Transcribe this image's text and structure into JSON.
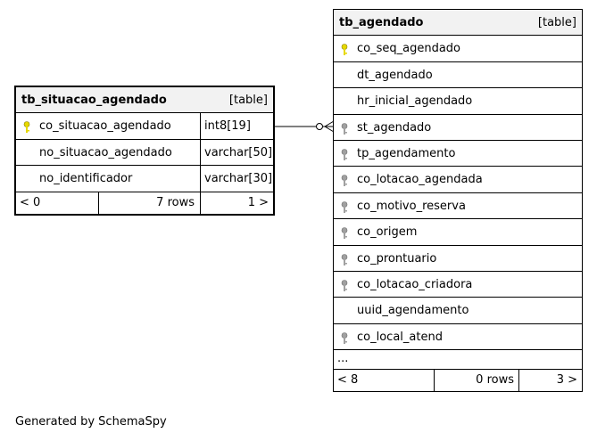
{
  "tables": {
    "situacao": {
      "name": "tb_situacao_agendado",
      "type_label": "[table]",
      "columns": [
        {
          "name": "co_situacao_agendado",
          "type": "int8[19]"
        },
        {
          "name": "no_situacao_agendado",
          "type": "varchar[50]"
        },
        {
          "name": "no_identificador",
          "type": "varchar[30]"
        }
      ],
      "footer": {
        "parents": "< 0",
        "rows": "7 rows",
        "children": "1 >"
      }
    },
    "agendado": {
      "name": "tb_agendado",
      "type_label": "[table]",
      "columns": [
        "co_seq_agendado",
        "dt_agendado",
        "hr_inicial_agendado",
        "st_agendado",
        "tp_agendamento",
        "co_lotacao_agendada",
        "co_motivo_reserva",
        "co_origem",
        "co_prontuario",
        "co_lotacao_criadora",
        "uuid_agendamento",
        "co_local_atend"
      ],
      "ellipsis": "...",
      "footer": {
        "parents": "< 8",
        "rows": "0 rows",
        "children": "3 >"
      }
    }
  },
  "credit": "Generated by SchemaSpy",
  "colors": {
    "primary_key": "#e6d800",
    "foreign_key": "#a0a0a0",
    "header_bg": "#f2f2f2"
  },
  "icons": {
    "primary_key": "key-icon",
    "foreign_key": "key-icon"
  }
}
